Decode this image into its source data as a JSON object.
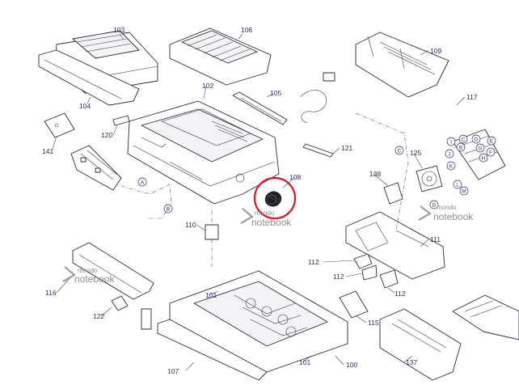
{
  "callouts": {
    "c103": "103",
    "c106": "106",
    "c109": "109",
    "c104": "104",
    "c102": "102",
    "c105": "105",
    "c117": "117",
    "c120": "120",
    "c141": "141",
    "c121": "121",
    "c125": "125",
    "c108": "108",
    "c138": "138",
    "c110": "110",
    "c111": "111",
    "c112a": "112",
    "c112b": "112",
    "c112c": "112",
    "c116": "116",
    "c101a": "101",
    "c101b": "101",
    "c122": "122",
    "c115": "115",
    "c100": "100",
    "c107": "107",
    "c137": "137"
  },
  "letters": {
    "A": "A",
    "B1": "B",
    "C1": "C",
    "D1": "D",
    "I": "I",
    "B2": "B",
    "J": "J",
    "C2": "C",
    "D2": "D",
    "E": "E",
    "F": "F",
    "G": "G",
    "H": "H",
    "K": "K",
    "L": "L",
    "M": "M"
  },
  "watermarks": {
    "wm1": {
      "top": "mondo",
      "bottom": "notebook"
    },
    "wm2": {
      "top": "mondo",
      "bottom": "notebook"
    },
    "wm3": {
      "top": "mondo",
      "bottom": "notebook"
    }
  },
  "colors": {
    "highlight": "#e0141b",
    "callout_text": "#2b2d6e"
  }
}
